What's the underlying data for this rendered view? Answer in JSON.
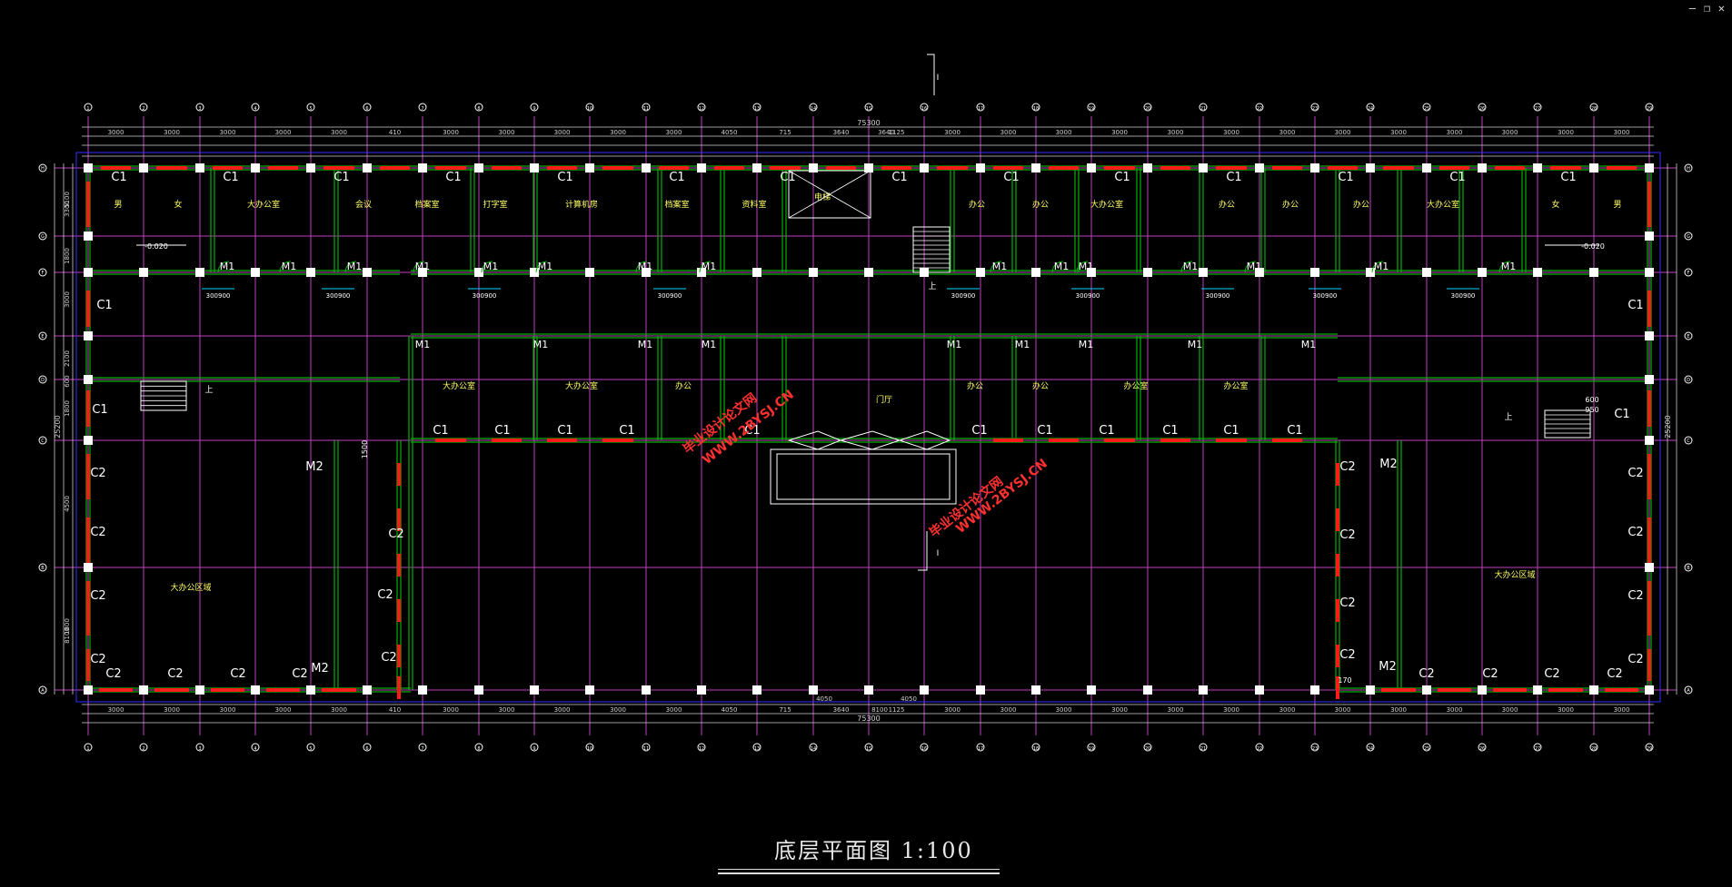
{
  "window_controls": {
    "minimize": "–",
    "maximize": "❐",
    "close": "✕"
  },
  "title": {
    "text": "底层平面图    1:100"
  },
  "colors": {
    "grid": "#c040c0",
    "wall": "#00b000",
    "window": "#ff1a1a",
    "text": "#ffffff",
    "dim": "#cfcfcf",
    "cyan": "#00d8ff",
    "watermark": "#ff3030",
    "label": "#ffff66"
  },
  "axes": {
    "x_labels": [
      "1",
      "2",
      "3",
      "4",
      "5",
      "6",
      "7",
      "8",
      "9",
      "10",
      "11",
      "12",
      "13",
      "14",
      "15",
      "16",
      "17",
      "18",
      "19",
      "20",
      "21",
      "22",
      "23",
      "24",
      "25",
      "26",
      "27",
      "28",
      "29"
    ],
    "y_labels": [
      "H",
      "G",
      "F",
      "E",
      "D",
      "C",
      "B",
      "A"
    ]
  },
  "dimensions": {
    "overall": "75300",
    "top_segments": [
      "3000",
      "3000",
      "3000",
      "3000",
      "3000",
      "410",
      "3000",
      "3000",
      "3000",
      "3000",
      "3000",
      "4050",
      "715",
      "3640",
      "1125",
      "3000",
      "3000",
      "3000",
      "3000",
      "3000",
      "3000",
      "3000",
      "3000",
      "3000",
      "3000",
      "3000",
      "3000",
      "3000"
    ],
    "center_top": "3640",
    "center_bottom": "8100",
    "bottom_gap": "4050",
    "left_total": "25200",
    "left_segments": [
      "5100",
      "3300",
      "1800",
      "3000",
      "2100",
      "600",
      "1800",
      "4500",
      "1800",
      "8100"
    ]
  },
  "rooms": [
    {
      "label": "男"
    },
    {
      "label": "女"
    },
    {
      "label": "大办公室"
    },
    {
      "label": "会议"
    },
    {
      "label": "档案室"
    },
    {
      "label": "打字室"
    },
    {
      "label": "计算机房"
    },
    {
      "label": "档案室"
    },
    {
      "label": "资料室"
    },
    {
      "label": "电梯"
    },
    {
      "label": "办公"
    },
    {
      "label": "办公"
    },
    {
      "label": "大办公室"
    },
    {
      "label": "办公"
    },
    {
      "label": "办公"
    },
    {
      "label": "办公"
    },
    {
      "label": "大办公室"
    },
    {
      "label": "女"
    },
    {
      "label": "男"
    },
    {
      "label": "大办公室"
    },
    {
      "label": "大办公室"
    },
    {
      "label": "办公"
    },
    {
      "label": "门厅"
    },
    {
      "label": "办公"
    },
    {
      "label": "办公"
    },
    {
      "label": "办公室"
    },
    {
      "label": "办公室"
    },
    {
      "label": "大办公区域"
    },
    {
      "label": "大办公区域"
    }
  ],
  "window_tag_c1": "C1",
  "window_tag_c2": "C2",
  "door_tag_m1": "M1",
  "door_tag_m2": "M2",
  "level_mark": "-0.020",
  "stair_up": "上",
  "section_mark": "I",
  "watermark_cn": "毕业设计论文网",
  "watermark_url": "WWW.2BYSJ.CN",
  "small_dims": {
    "d1": "300",
    "d2": "900",
    "d3": "1500",
    "d4": "950",
    "d5": "600",
    "d6": "170"
  }
}
